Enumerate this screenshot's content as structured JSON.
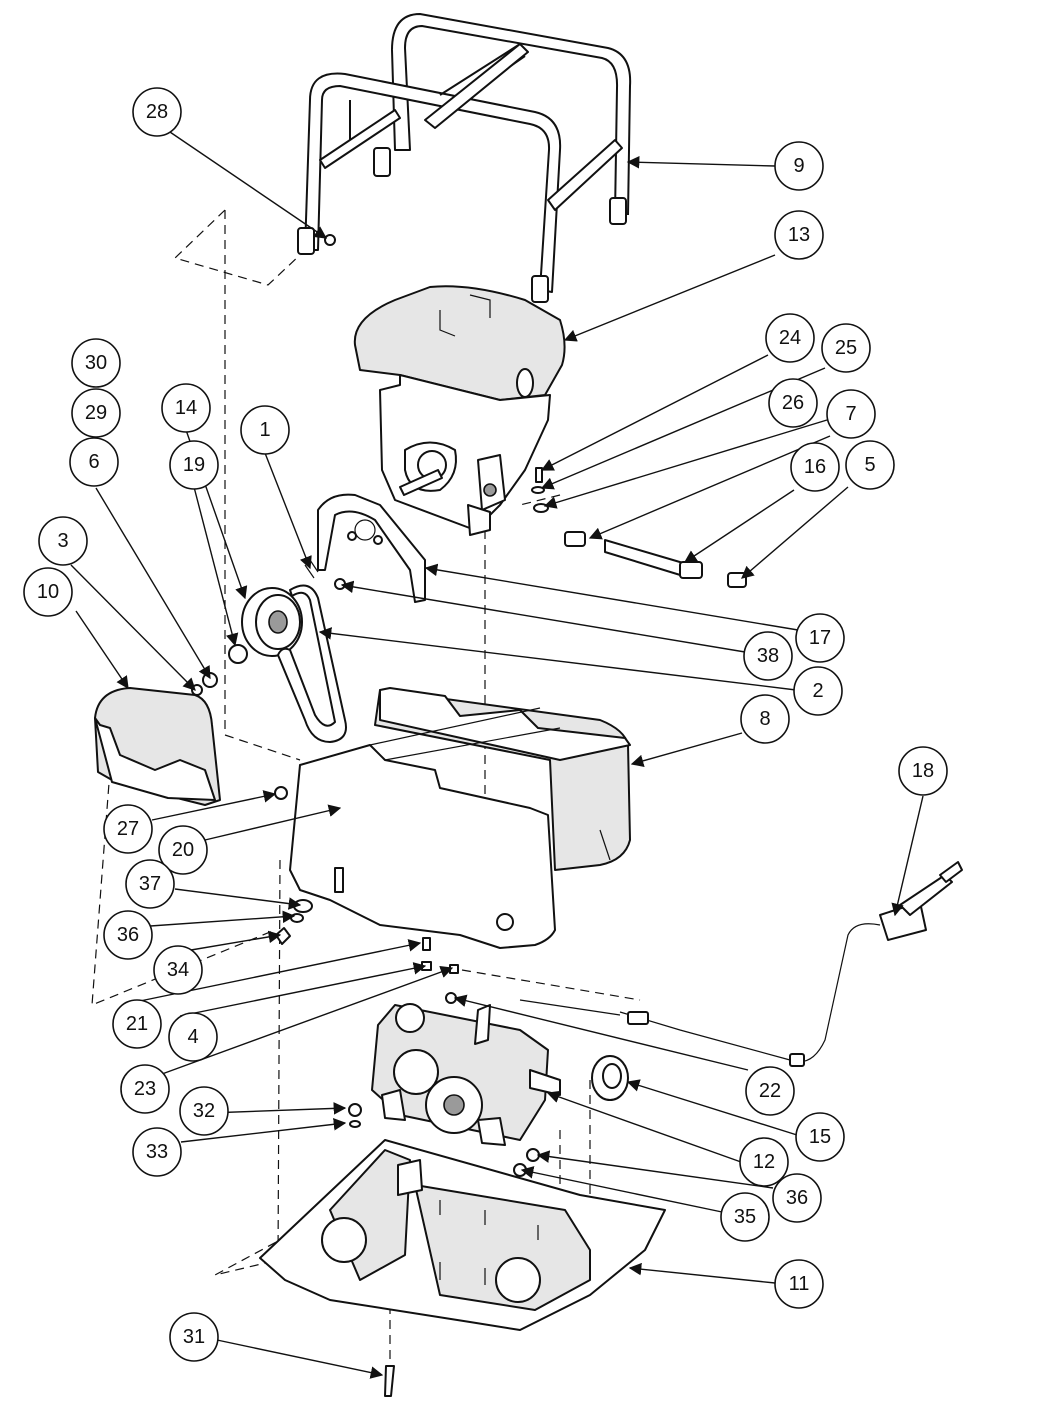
{
  "callouts": [
    {
      "id": "1",
      "label": "1"
    },
    {
      "id": "2",
      "label": "2"
    },
    {
      "id": "3",
      "label": "3"
    },
    {
      "id": "4",
      "label": "4"
    },
    {
      "id": "5",
      "label": "5"
    },
    {
      "id": "6",
      "label": "6"
    },
    {
      "id": "7",
      "label": "7"
    },
    {
      "id": "8",
      "label": "8"
    },
    {
      "id": "9",
      "label": "9"
    },
    {
      "id": "10",
      "label": "10"
    },
    {
      "id": "11",
      "label": "11"
    },
    {
      "id": "12",
      "label": "12"
    },
    {
      "id": "13",
      "label": "13"
    },
    {
      "id": "14",
      "label": "14"
    },
    {
      "id": "15",
      "label": "15"
    },
    {
      "id": "16",
      "label": "16"
    },
    {
      "id": "17",
      "label": "17"
    },
    {
      "id": "18",
      "label": "18"
    },
    {
      "id": "19",
      "label": "19"
    },
    {
      "id": "20",
      "label": "20"
    },
    {
      "id": "21",
      "label": "21"
    },
    {
      "id": "22",
      "label": "22"
    },
    {
      "id": "23",
      "label": "23"
    },
    {
      "id": "24",
      "label": "24"
    },
    {
      "id": "25",
      "label": "25"
    },
    {
      "id": "26",
      "label": "26"
    },
    {
      "id": "27",
      "label": "27"
    },
    {
      "id": "28",
      "label": "28"
    },
    {
      "id": "29",
      "label": "29"
    },
    {
      "id": "30",
      "label": "30"
    },
    {
      "id": "31",
      "label": "31"
    },
    {
      "id": "32",
      "label": "32"
    },
    {
      "id": "33",
      "label": "33"
    },
    {
      "id": "34",
      "label": "34"
    },
    {
      "id": "35",
      "label": "35"
    },
    {
      "id": "36a",
      "label": "36"
    },
    {
      "id": "36b",
      "label": "36"
    },
    {
      "id": "37",
      "label": "37"
    },
    {
      "id": "38",
      "label": "38"
    }
  ]
}
